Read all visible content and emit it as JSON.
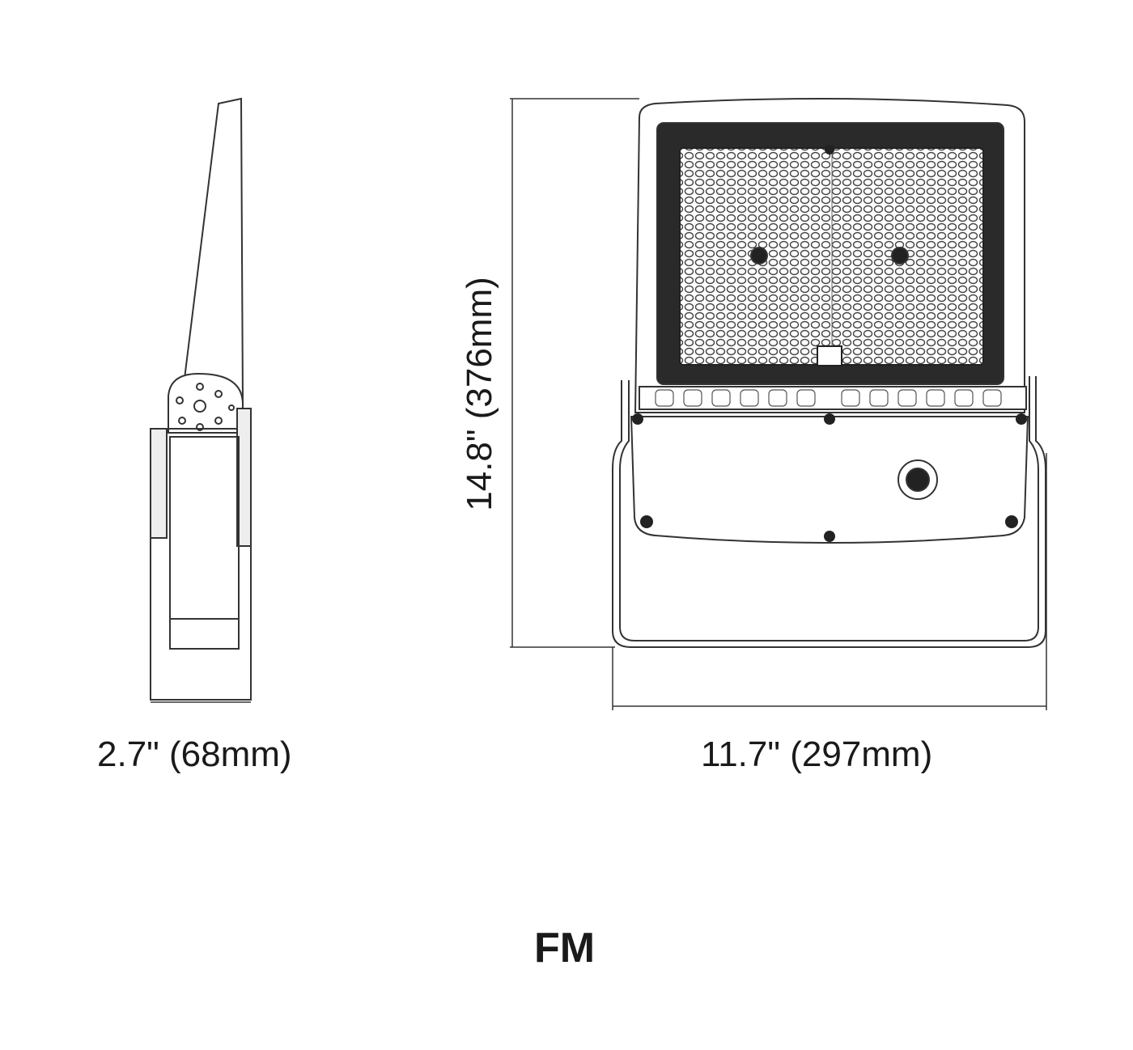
{
  "dimensions": {
    "depth_label": "2.7\" (68mm)",
    "width_label": "11.7\" (297mm)",
    "height_label": "14.8\" (376mm)"
  },
  "model": "FM",
  "colors": {
    "line": "#333333",
    "panel": "#2a2a2a"
  }
}
